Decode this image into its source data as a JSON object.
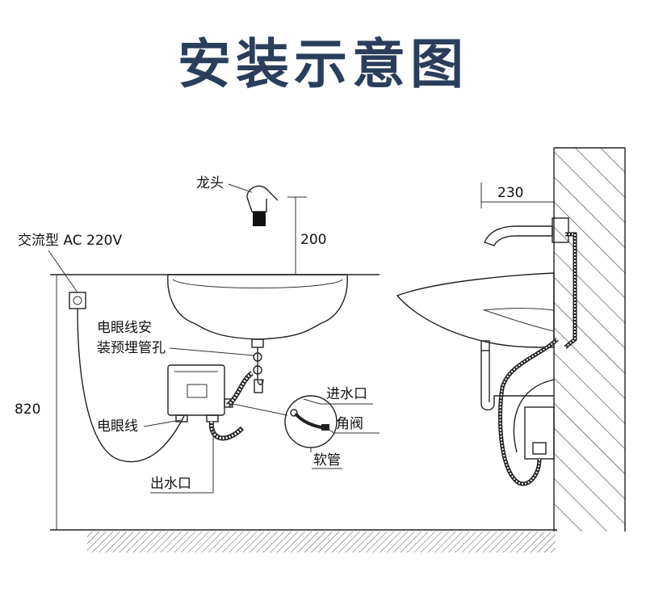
{
  "title": "安装示意图",
  "labels": {
    "faucet": "龙头",
    "power": "交流型 AC 220V",
    "dim_200": "200",
    "sensor_pipe_line1": "电眼线安",
    "sensor_pipe_line2": "装预埋管孔",
    "dim_820": "820",
    "sensor_wire": "电眼线",
    "outlet": "出水口",
    "inlet": "进水口",
    "angle_valve": "角阀",
    "hose": "软管",
    "dim_230": "230"
  },
  "colors": {
    "title": "#2a3e5c",
    "line": "#222222"
  }
}
